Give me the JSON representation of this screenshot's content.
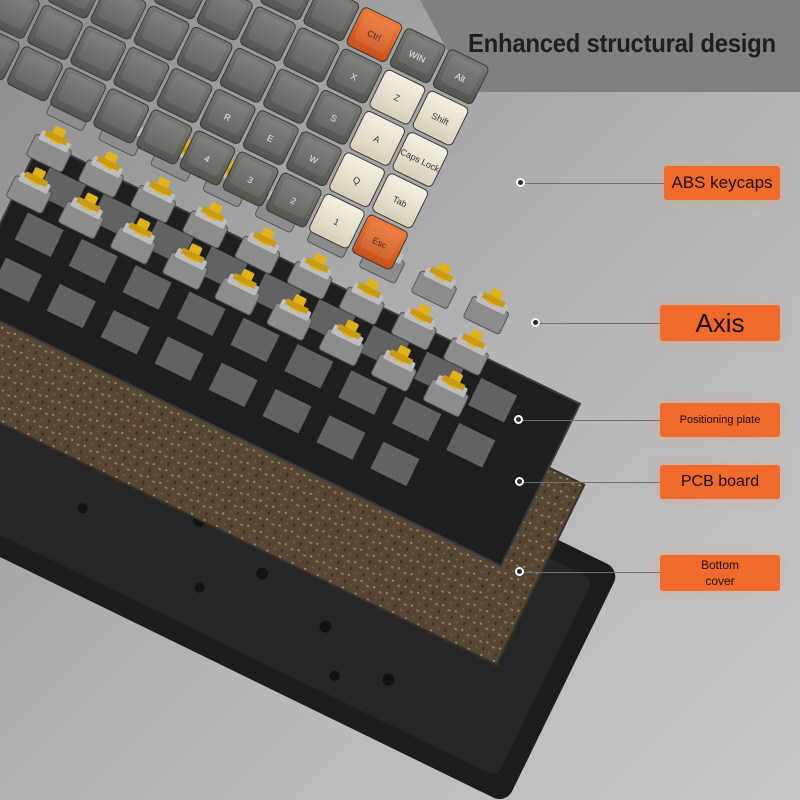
{
  "header": {
    "title": "Enhanced structural design"
  },
  "keycaps": {
    "row1": [
      "Alt",
      "WIN",
      "Ctrl"
    ],
    "row2": [
      "Shift",
      "Z",
      "X"
    ],
    "row3": [
      "Caps Lock",
      "A",
      "S"
    ],
    "row4": [
      "Tab",
      "Q",
      "W",
      "E",
      "R"
    ],
    "row5": [
      "Esc",
      "1",
      "2",
      "3",
      "4"
    ]
  },
  "callouts": [
    {
      "label": "ABS keycaps"
    },
    {
      "label": "Axis"
    },
    {
      "label": "Positioning plate"
    },
    {
      "label": "PCB board"
    },
    {
      "label": "Bottom cover"
    }
  ],
  "colors": {
    "accent": "#ef6a2b",
    "keycap_cream": "#ece6d4",
    "keycap_gray": "#6b6b66",
    "switch_stem": "#e0b21c",
    "plate": "#1e1e1e",
    "pcb": "#5a4a3c",
    "bottom_cover": "#1c1c1c"
  }
}
